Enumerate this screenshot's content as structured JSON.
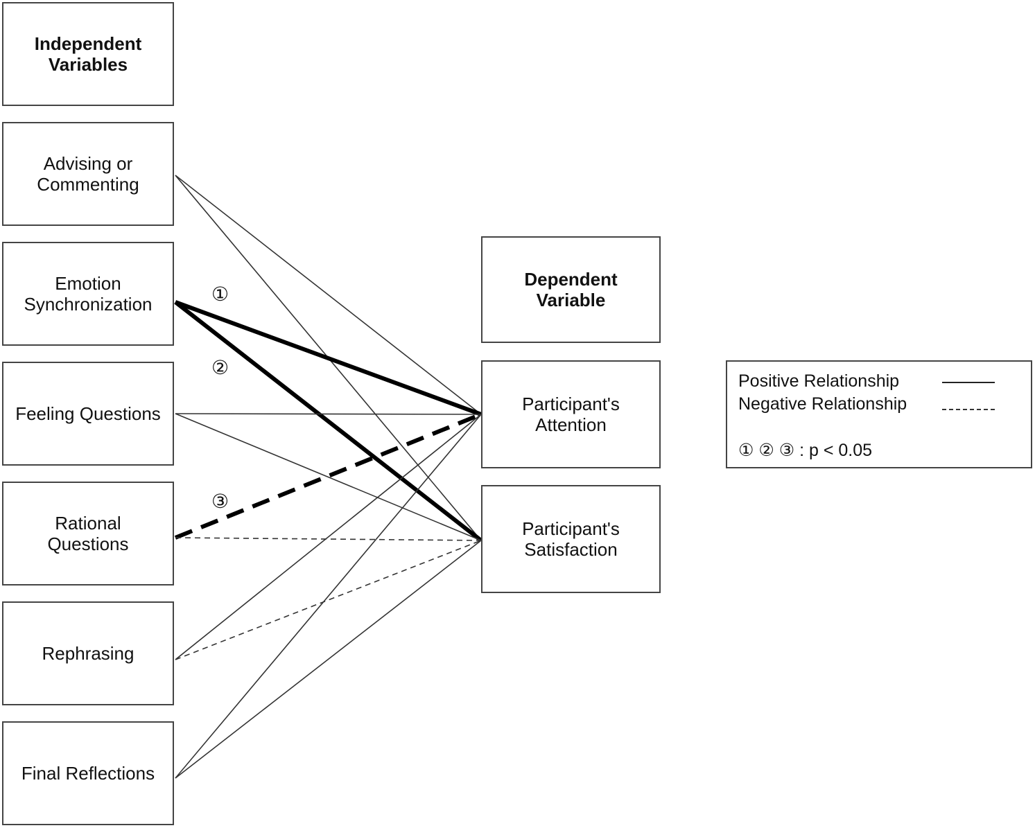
{
  "independent_header": "Independent\nVariables",
  "dependent_header": "Dependent\nVariable",
  "independent_variables": [
    "Advising or\nCommenting",
    "Emotion\nSynchronization",
    "Feeling Questions",
    "Rational\nQuestions",
    "Rephrasing",
    "Final Reflections"
  ],
  "dependent_variables": [
    "Participant's\nAttention",
    "Participant's\nSatisfaction"
  ],
  "significance_markers": [
    "①",
    "②",
    "③"
  ],
  "legend": {
    "positive_label": "Positive Relationship",
    "negative_label": "Negative Relationship",
    "significance_note": "① ② ③ : p < 0.05"
  },
  "relationships": [
    {
      "from": "Advising or Commenting",
      "to": "Participant's Attention",
      "type": "positive",
      "significant": false
    },
    {
      "from": "Advising or Commenting",
      "to": "Participant's Satisfaction",
      "type": "positive",
      "significant": false
    },
    {
      "from": "Emotion Synchronization",
      "to": "Participant's Attention",
      "type": "positive",
      "significant": true,
      "marker": "①"
    },
    {
      "from": "Emotion Synchronization",
      "to": "Participant's Satisfaction",
      "type": "positive",
      "significant": true,
      "marker": "②"
    },
    {
      "from": "Feeling Questions",
      "to": "Participant's Attention",
      "type": "positive",
      "significant": false
    },
    {
      "from": "Feeling Questions",
      "to": "Participant's Satisfaction",
      "type": "positive",
      "significant": false
    },
    {
      "from": "Rational Questions",
      "to": "Participant's Attention",
      "type": "negative",
      "significant": true,
      "marker": "③"
    },
    {
      "from": "Rational Questions",
      "to": "Participant's Satisfaction",
      "type": "negative",
      "significant": false
    },
    {
      "from": "Rephrasing",
      "to": "Participant's Attention",
      "type": "positive",
      "significant": false
    },
    {
      "from": "Rephrasing",
      "to": "Participant's Satisfaction",
      "type": "negative",
      "significant": false
    },
    {
      "from": "Final Reflections",
      "to": "Participant's Attention",
      "type": "positive",
      "significant": false
    },
    {
      "from": "Final Reflections",
      "to": "Participant's Satisfaction",
      "type": "positive",
      "significant": false
    }
  ]
}
